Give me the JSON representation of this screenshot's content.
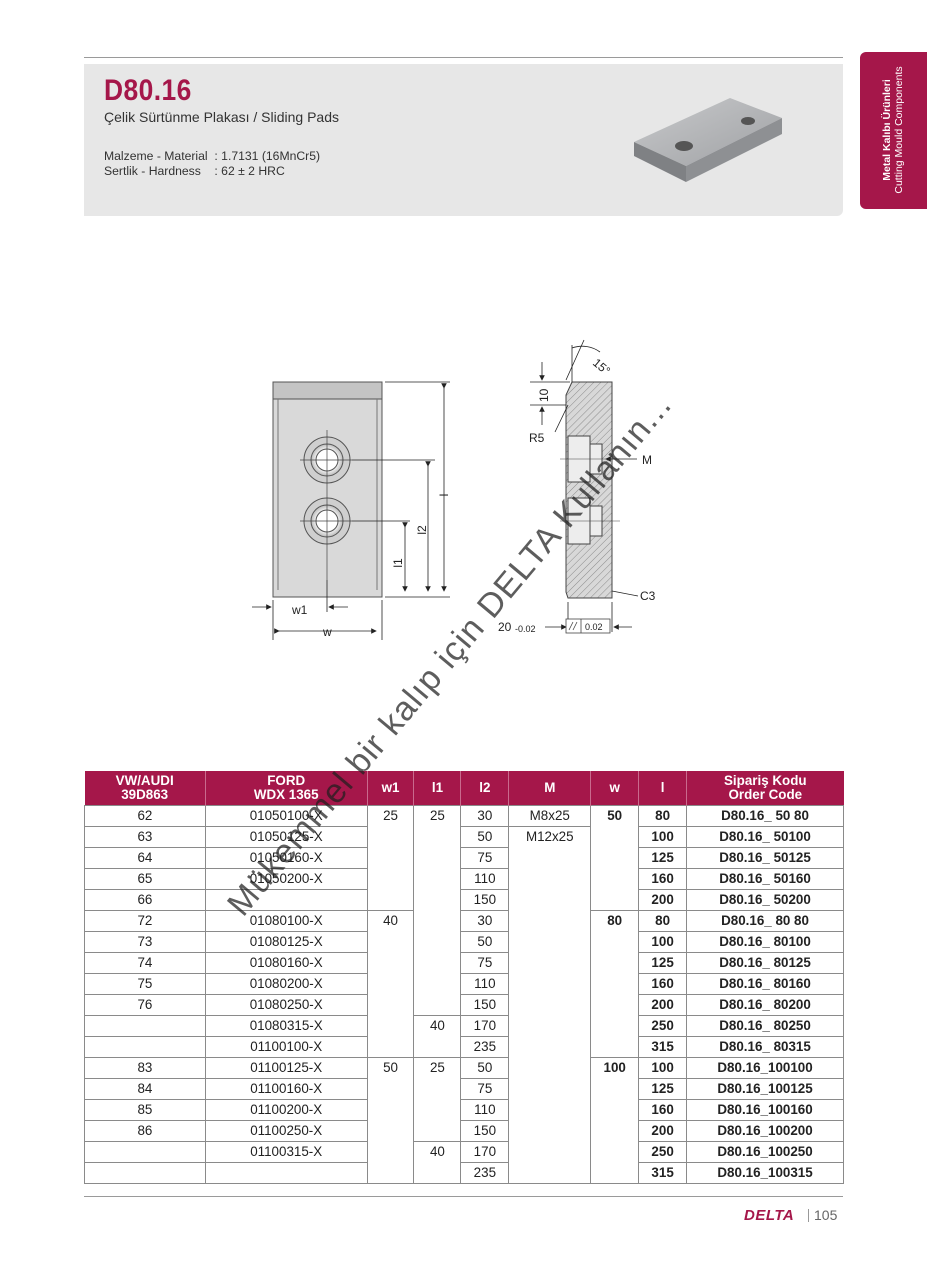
{
  "header": {
    "code": "D80.16",
    "subtitle": "Çelik Sürtünme Plakası / Sliding Pads",
    "material_line": "Malzeme - Material  : 1.7131 (16MnCr5)",
    "hardness_line": "Sertlik - Hardness    : 62 ± 2 HRC"
  },
  "side_tab": {
    "line1": "Metal Kalıbı Ürünleri",
    "line2": "Cutting Mould Components"
  },
  "drawing": {
    "labels": {
      "w1": "w1",
      "w": "w",
      "l": "l",
      "l1": "l1",
      "l2": "l2",
      "ten": "10",
      "angle": "15°",
      "r5": "R5",
      "m": "M",
      "c3": "C3",
      "thickness": "20",
      "thickness_tol": "-0.02",
      "parallel_tol": "0.02"
    }
  },
  "table": {
    "headers": {
      "vw_line1": "VW/AUDI",
      "vw_line2": "39D863",
      "ford_line1": "FORD",
      "ford_line2": "WDX 1365",
      "w1": "w1",
      "l1": "l1",
      "l2": "l2",
      "m": "M",
      "w": "w",
      "l": "l",
      "order_line1": "Sipariş Kodu",
      "order_line2": "Order Code"
    },
    "vw": [
      "62",
      "63",
      "64",
      "65",
      "66",
      "72",
      "73",
      "74",
      "75",
      "76",
      "",
      "",
      "83",
      "84",
      "85",
      "86",
      "",
      ""
    ],
    "ford": [
      "01050100-X",
      "01050125-X",
      "01050160-X",
      "01050200-X",
      "",
      "01080100-X",
      "01080125-X",
      "01080160-X",
      "01080200-X",
      "01080250-X",
      "01080315-X",
      "01100100-X",
      "01100125-X",
      "01100160-X",
      "01100200-X",
      "01100250-X",
      "01100315-X",
      ""
    ],
    "w1": [
      "25",
      "40",
      "50"
    ],
    "l1": [
      "25",
      "40",
      "25",
      "40"
    ],
    "l2": [
      "30",
      "50",
      "75",
      "110",
      "150",
      "30",
      "50",
      "75",
      "110",
      "150",
      "170",
      "235",
      "50",
      "75",
      "110",
      "150",
      "170",
      "235"
    ],
    "m": [
      "M8x25",
      "M12x25"
    ],
    "w": [
      "50",
      "80",
      "100"
    ],
    "l": [
      "80",
      "100",
      "125",
      "160",
      "200",
      "80",
      "100",
      "125",
      "160",
      "200",
      "250",
      "315",
      "100",
      "125",
      "160",
      "200",
      "250",
      "315"
    ],
    "order": [
      "D80.16_  50  80",
      "D80.16_  50100",
      "D80.16_  50125",
      "D80.16_  50160",
      "D80.16_  50200",
      "D80.16_  80  80",
      "D80.16_  80100",
      "D80.16_  80125",
      "D80.16_  80160",
      "D80.16_  80200",
      "D80.16_  80250",
      "D80.16_  80315",
      "D80.16_100100",
      "D80.16_100125",
      "D80.16_100160",
      "D80.16_100200",
      "D80.16_100250",
      "D80.16_100315"
    ]
  },
  "footer": {
    "brand": "DELTA",
    "page": "105"
  },
  "watermark": "Mükemmel bir kalıp için DELTA Kullanın..."
}
